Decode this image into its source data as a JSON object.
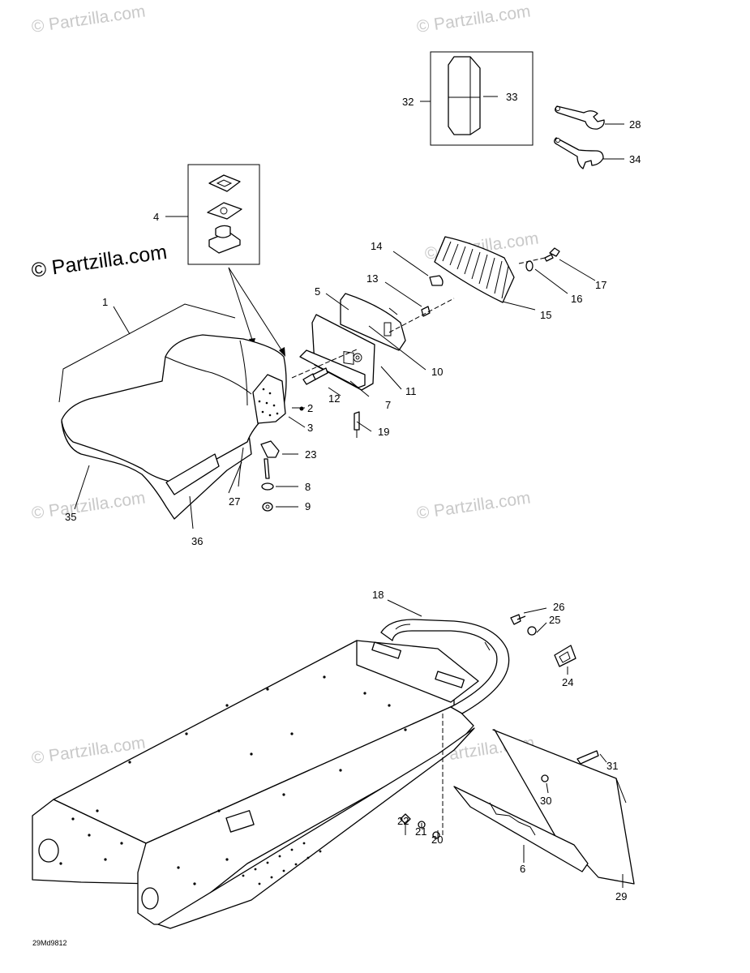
{
  "watermark": {
    "faint": "© Partzilla.com",
    "main": "© Partzilla.com"
  },
  "diagram_code": "29Md9812",
  "callouts": {
    "c1": "1",
    "c2": "2",
    "c3": "3",
    "c4": "4",
    "c5": "5",
    "c6": "6",
    "c7": "7",
    "c8": "8",
    "c9": "9",
    "c10": "10",
    "c11": "11",
    "c12": "12",
    "c13": "13",
    "c14": "14",
    "c15": "15",
    "c16": "16",
    "c17": "17",
    "c18": "18",
    "c19": "19",
    "c20": "20",
    "c21": "21",
    "c22": "22",
    "c23": "23",
    "c24": "24",
    "c25": "25",
    "c26": "26",
    "c27": "27",
    "c28": "28",
    "c29": "29",
    "c30": "30",
    "c31": "31",
    "c32": "32",
    "c33": "33",
    "c34": "34",
    "c35": "35",
    "c36": "36"
  }
}
